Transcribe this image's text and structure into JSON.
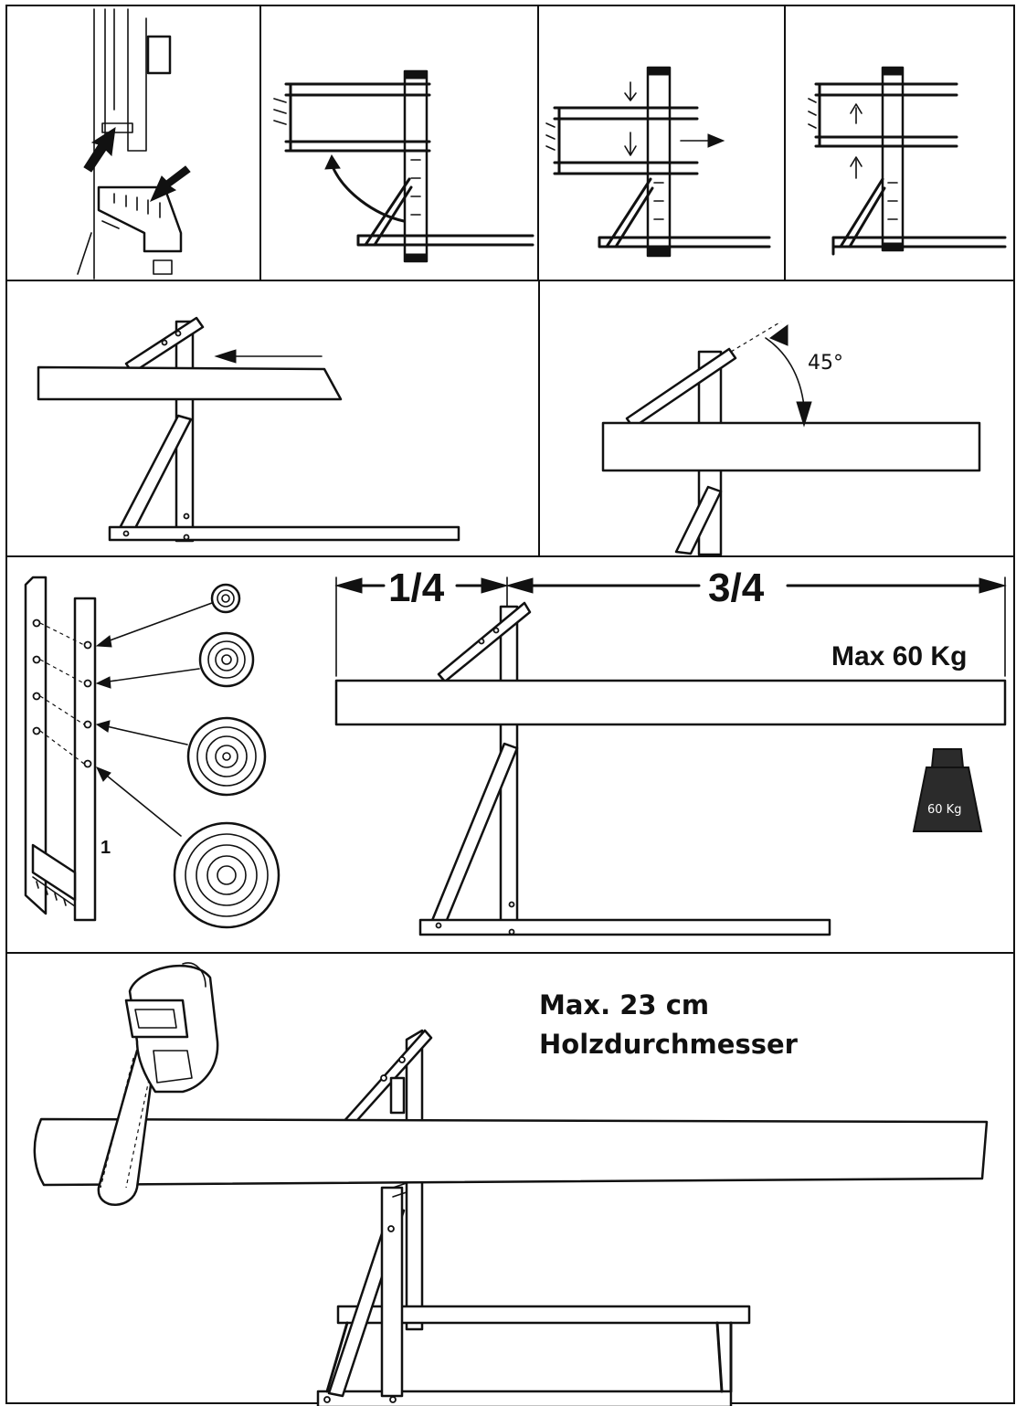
{
  "angle_label": "45°",
  "ratio": {
    "left": "1/4",
    "right": "3/4"
  },
  "max_load_label": "Max 60 Kg",
  "weight_label": "60 Kg",
  "bracket_number": "1",
  "caption": {
    "line1": "Max. 23 cm",
    "line2": "Holzdurchmesser"
  },
  "icons": [
    "arrow-icon",
    "chainsaw-icon",
    "weight-icon",
    "log-icon",
    "sawhorse-icon"
  ],
  "colors": {
    "ink": "#111111",
    "paper": "#ffffff",
    "weight_body": "#2b2b2b"
  }
}
